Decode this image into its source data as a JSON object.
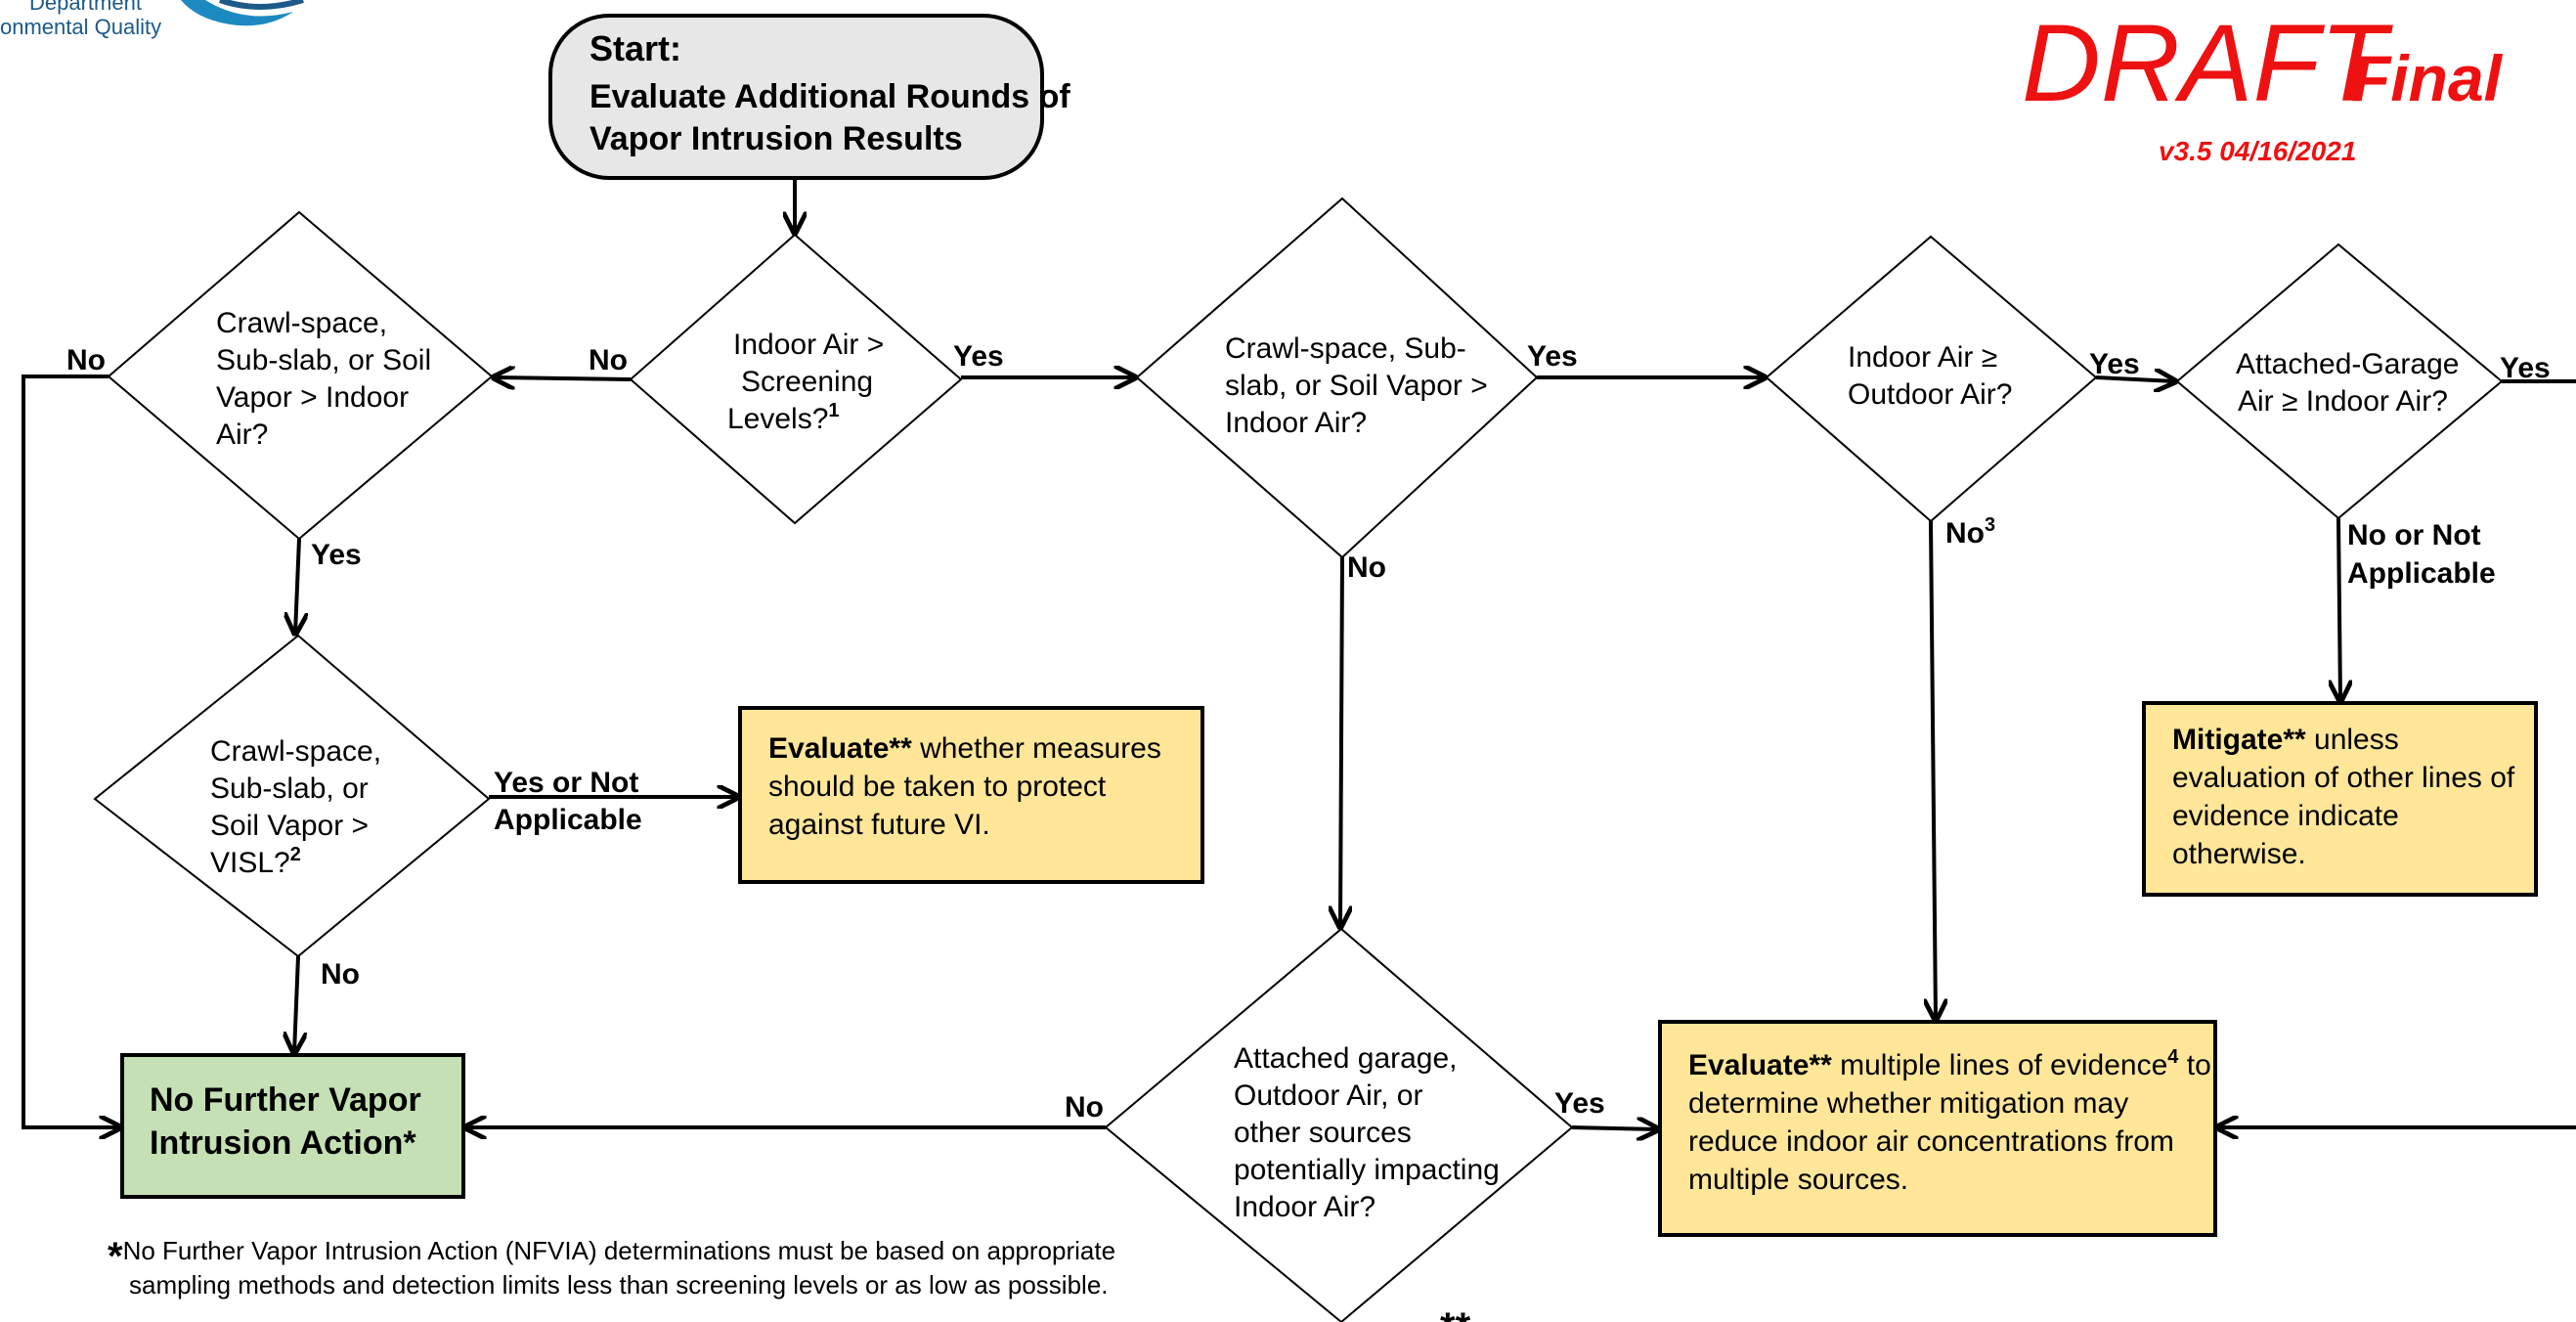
{
  "header": {
    "logo_lines": [
      "Department",
      "onmental Quality"
    ],
    "draft": "DRAFT",
    "final": "Final",
    "version": "v3.5 04/16/2021"
  },
  "start": {
    "title": "Start:",
    "lines": [
      "Evaluate Additional Rounds of",
      "Vapor Intrusion Results"
    ]
  },
  "decisions": {
    "indoor_screening": {
      "lines": [
        "Indoor Air >",
        "Screening",
        "Levels?"
      ],
      "sup": "1"
    },
    "left_soil_vapor": {
      "lines": [
        "Crawl-space,",
        "Sub-slab, or Soil",
        "Vapor > Indoor",
        "Air?"
      ]
    },
    "visl": {
      "lines": [
        "Crawl-space,",
        "Sub-slab, or",
        "Soil Vapor >",
        "VISL?"
      ],
      "sup": "2"
    },
    "mid_soil_vapor": {
      "lines": [
        "Crawl-space, Sub-",
        "slab, or Soil Vapor >",
        "Indoor Air?"
      ]
    },
    "indoor_outdoor": {
      "lines": [
        "Indoor Air ≥",
        "Outdoor Air?"
      ]
    },
    "garage": {
      "lines": [
        "Attached-Garage",
        "Air ≥ Indoor Air?"
      ]
    },
    "other_sources": {
      "lines": [
        "Attached garage,",
        "Outdoor Air, or",
        "other sources",
        "potentially impacting",
        "Indoor Air?"
      ]
    }
  },
  "boxes": {
    "evaluate_future": {
      "bold": "Evaluate**",
      "first_rest": " whether measures",
      "lines": [
        "should be taken to protect",
        "against future VI."
      ]
    },
    "no_further": {
      "lines": [
        "No Further Vapor",
        "Intrusion Action*"
      ]
    },
    "mitigate": {
      "bold": "Mitigate**",
      "first_rest": " unless",
      "lines": [
        "evaluation of other lines of",
        "evidence indicate",
        "otherwise."
      ]
    },
    "evaluate_multiple": {
      "bold": "Evaluate**",
      "first_rest": " multiple lines of evidence",
      "first_sup": "4",
      "first_tail": " to",
      "lines": [
        "determine whether mitigation may",
        "reduce indoor air concentrations from",
        "multiple sources."
      ]
    }
  },
  "labels": {
    "yes": "Yes",
    "no": "No",
    "no3": "No",
    "no3_sup": "3",
    "yes_or_not": [
      "Yes or Not",
      "Applicable"
    ],
    "no_or_not": [
      "No or Not",
      "Applicable"
    ]
  },
  "footnote": {
    "star": "*",
    "lines": [
      "No Further Vapor Intrusion Action (NFVIA) determinations must be based on appropriate",
      "sampling methods and detection limits less than screening levels or as low as possible."
    ],
    "double_star": "**"
  },
  "colors": {
    "start_fill": "#e7e7e7",
    "green_fill": "#c5e0b4",
    "yellow_fill": "#ffe699",
    "red": "#ee1111",
    "logo_blue": "#1c5a8a"
  }
}
